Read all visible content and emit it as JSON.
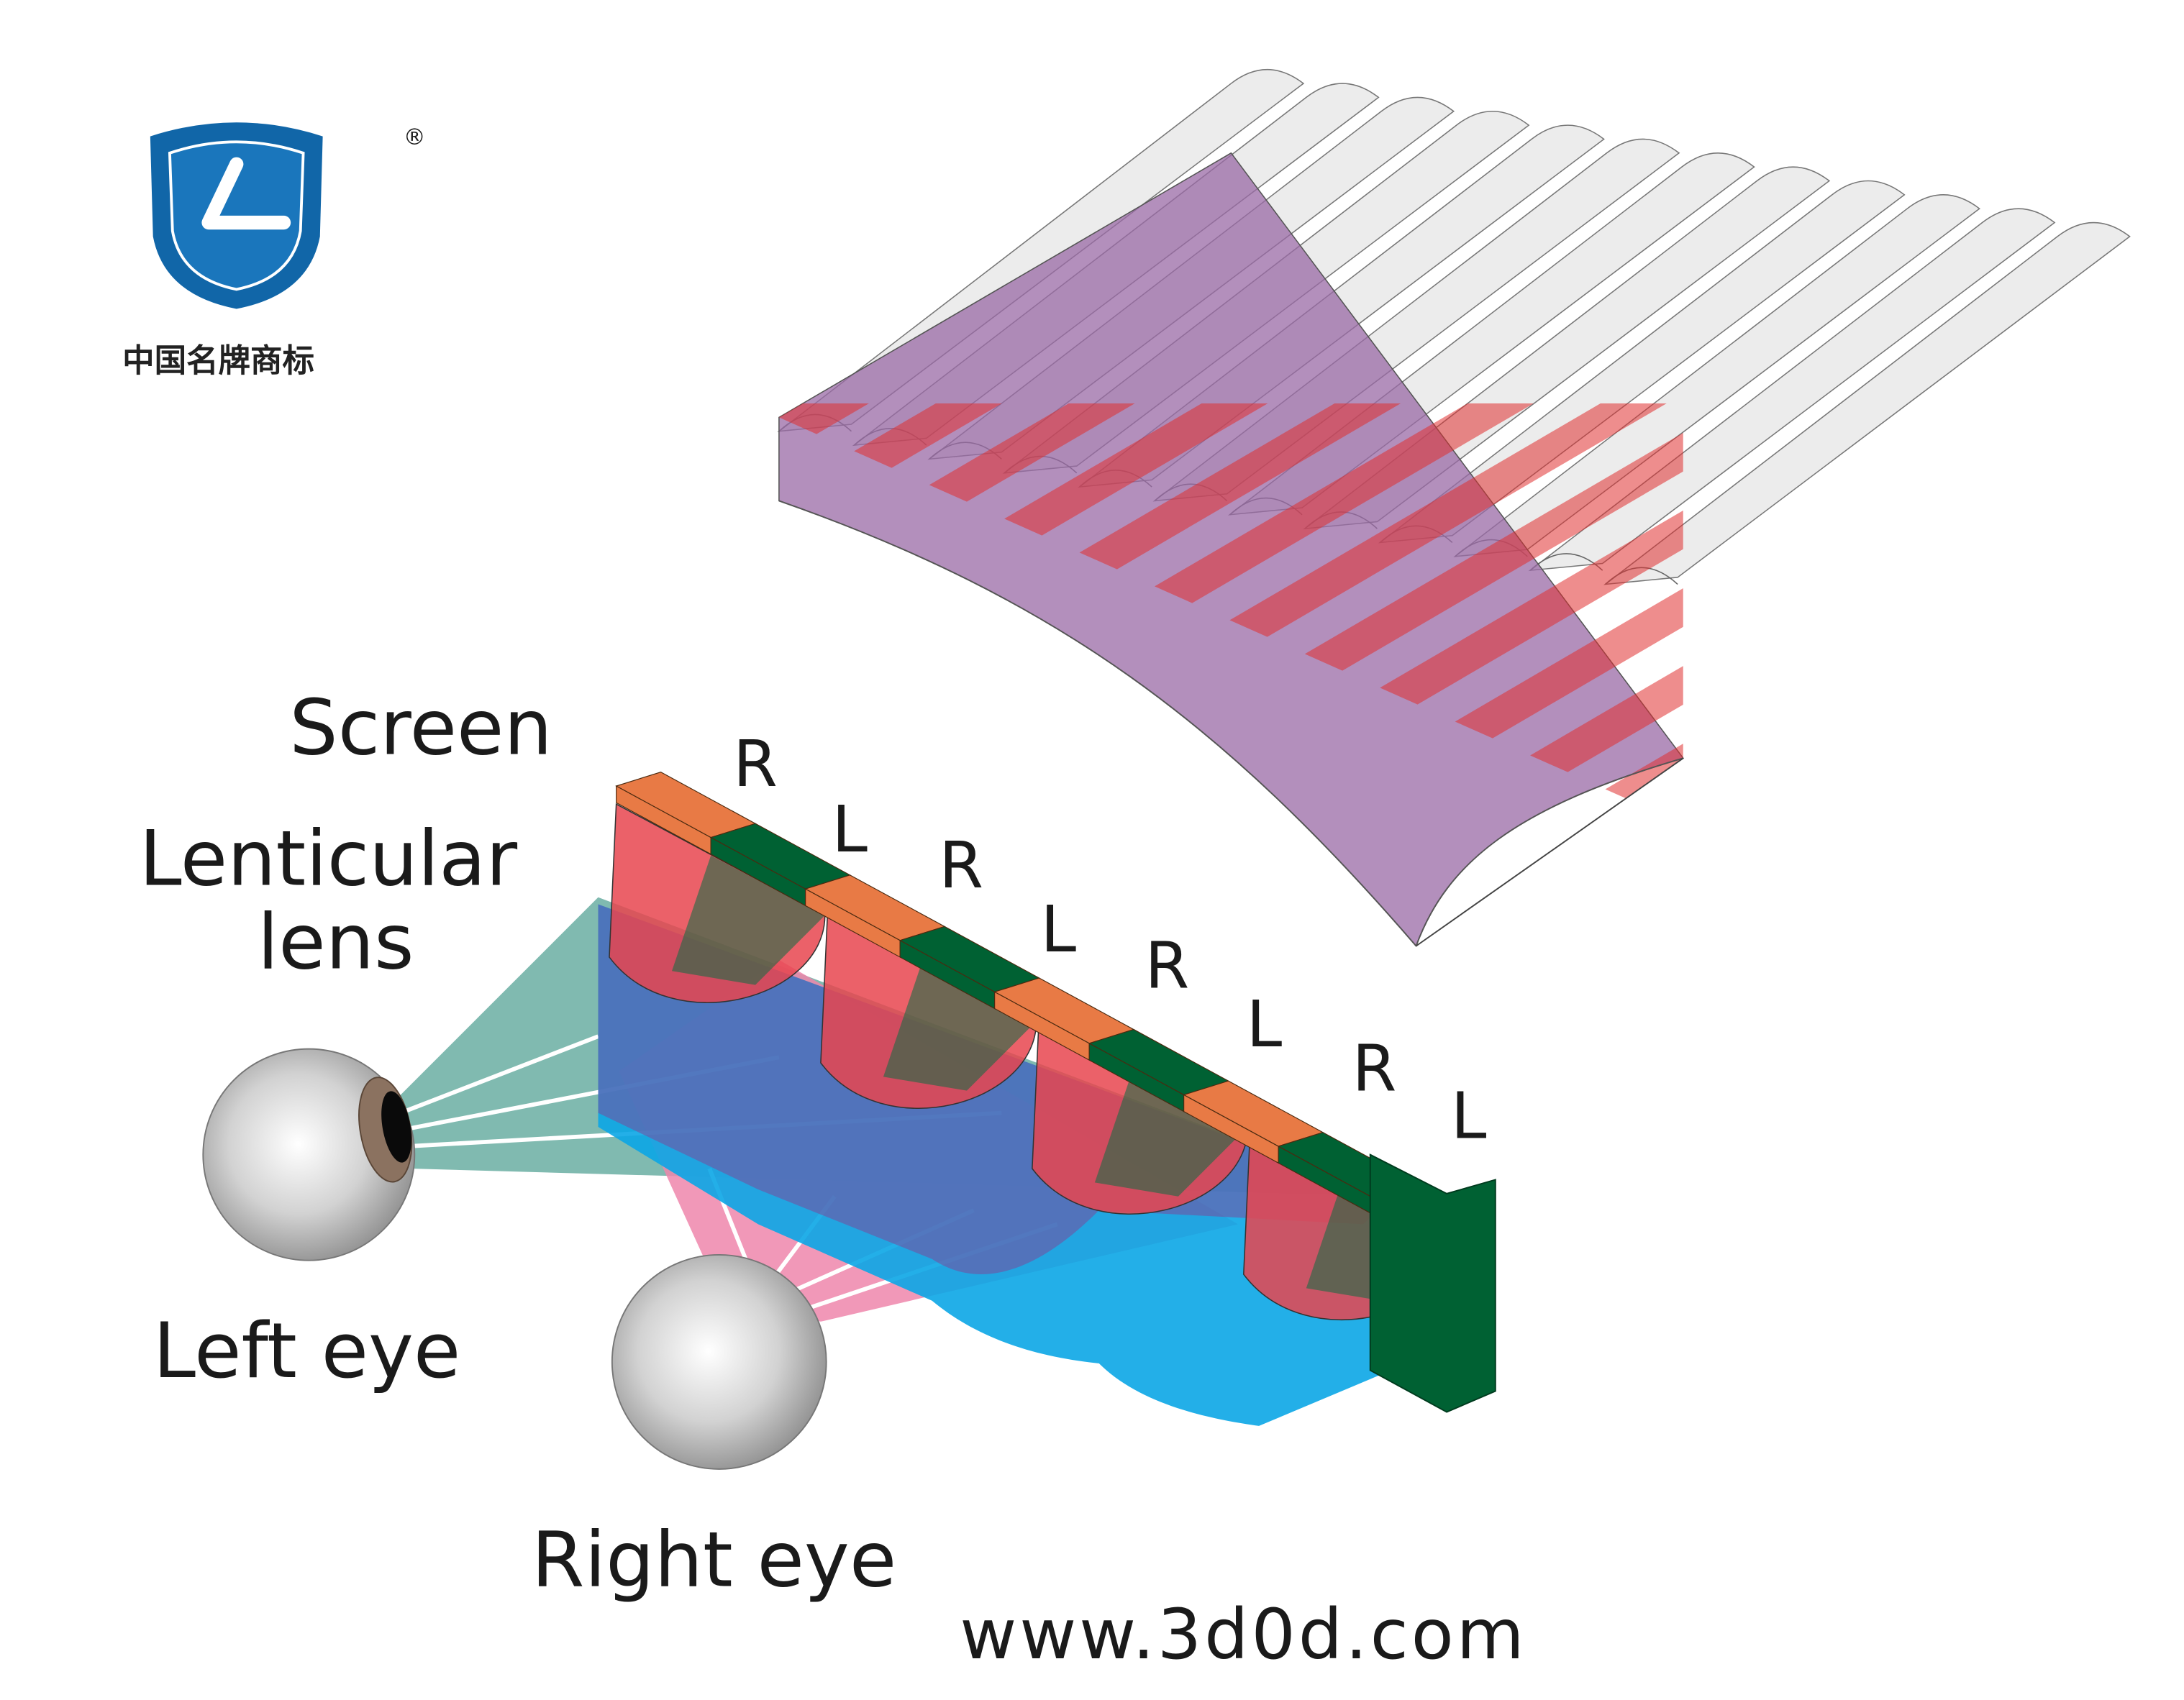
{
  "logo": {
    "registered_mark": "®",
    "caption": "中国名牌商标",
    "colors": {
      "shield_blue": "#1166a8",
      "letter_white": "#ffffff"
    }
  },
  "labels": {
    "screen": "Screen",
    "lenticular_line1": "Lenticular",
    "lenticular_line2": "lens",
    "left_eye": "Left eye",
    "right_eye": "Right eye",
    "pixel_columns": [
      "R",
      "L",
      "R",
      "L",
      "R",
      "L",
      "R",
      "L"
    ]
  },
  "footer": {
    "url": "www.3d0d.com"
  },
  "colors": {
    "right_pixel": "#e87a45",
    "left_pixel": "#006133",
    "red_view": "#e8454f",
    "cyan_beam": "#0ba6e6",
    "teal_beam": "#6aaea2",
    "pink_beam": "#ee86ac",
    "purple_overlay": "#9a6aa6",
    "lens_gray": "#ececec"
  }
}
